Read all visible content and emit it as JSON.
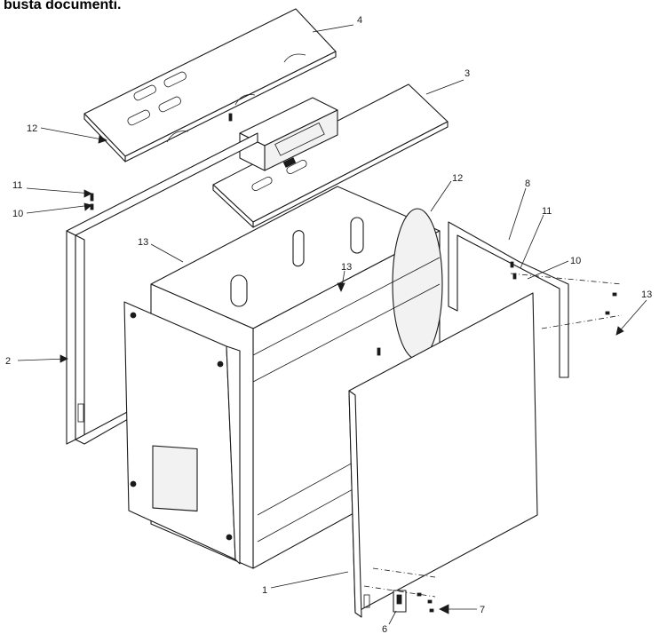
{
  "header": {
    "title": "busta documenti."
  },
  "callouts": [
    {
      "id": "4",
      "label": "4"
    },
    {
      "id": "3",
      "label": "3"
    },
    {
      "id": "12a",
      "label": "12"
    },
    {
      "id": "11a",
      "label": "11"
    },
    {
      "id": "10a",
      "label": "10"
    },
    {
      "id": "13a",
      "label": "13"
    },
    {
      "id": "12b",
      "label": "12"
    },
    {
      "id": "13b",
      "label": "13"
    },
    {
      "id": "8",
      "label": "8"
    },
    {
      "id": "11b",
      "label": "11"
    },
    {
      "id": "10b",
      "label": "10"
    },
    {
      "id": "13c",
      "label": "13"
    },
    {
      "id": "2",
      "label": "2"
    },
    {
      "id": "1",
      "label": "1"
    },
    {
      "id": "7",
      "label": "7"
    },
    {
      "id": "6",
      "label": "6"
    }
  ]
}
